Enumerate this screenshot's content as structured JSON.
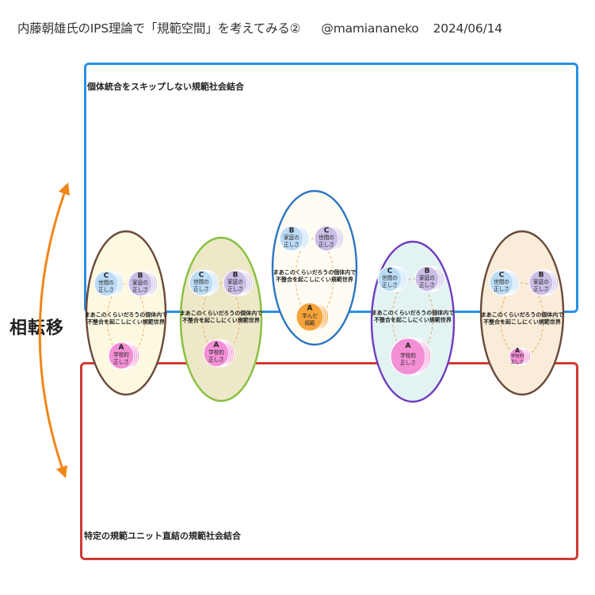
{
  "header": {
    "title": "内藤朝雄氏のIPS理論で「規範空間」を考えてみる②",
    "handle": "@mamiananeko",
    "date": "2024/06/14"
  },
  "top_box_label": "個体統合をスキップしない規範社会結合",
  "bottom_box_label": "特定の規範ユニット直結の規範社会結合",
  "side_label": "相転移",
  "colors": {
    "top_box": "#2b8fe6",
    "bottom_box": "#d23a32",
    "arrow": "#f0861a",
    "token_c": "#bcdcf6",
    "token_b": "#cbbde6",
    "token_a": "#f38fd5",
    "token_a_learned": "#f8a43c"
  },
  "world_text_1": "まあこのくらいだろうの個体内で",
  "world_text_2": "不整合を起こしにくい規範世界",
  "world_text_1b": "まあこのくらいだろうの個体内で",
  "world_text_2b": "不整合を起こしにくい規範世界",
  "circles": [
    {
      "fill": "#fdf9e1",
      "stroke": "#6b4a3a",
      "c_letter": "C",
      "c_text": "世間の正しさ",
      "b_letter": "B",
      "b_text": "家庭の正しさ",
      "a_letter": "A",
      "a_text": "学校的正しさ",
      "a_style": "pink"
    },
    {
      "fill": "#ede8c8",
      "stroke": "#87bf3f",
      "c_letter": "C",
      "c_text": "世間の正しさ",
      "b_letter": "B",
      "b_text": "家庭の正しさ",
      "a_letter": "A",
      "a_text": "学校的正しさ",
      "a_style": "pink"
    },
    {
      "fill": "#fffdf3",
      "stroke": "#2b74c2",
      "c_letter": "B",
      "c_text": "家庭の正しさ",
      "b_letter": "C",
      "b_text": "世間の正しさ",
      "a_letter": "A",
      "a_text": "学んだ規範",
      "a_style": "orange"
    },
    {
      "fill": "#e3f2f3",
      "stroke": "#6f3cbf",
      "c_letter": "C",
      "c_text": "世間の正しさ",
      "b_letter": "B",
      "b_text": "家庭の正しさ",
      "a_letter": "A",
      "a_text": "学校的正しさ",
      "a_style": "pinkbig"
    },
    {
      "fill": "#f9ecd9",
      "stroke": "#6b4a3a",
      "c_letter": "C",
      "c_text": "世間の正しさ",
      "b_letter": "B",
      "b_text": "家庭の正しさ",
      "a_letter": "A",
      "a_text": "学校的正しさ",
      "a_style": "pinksmall"
    }
  ]
}
